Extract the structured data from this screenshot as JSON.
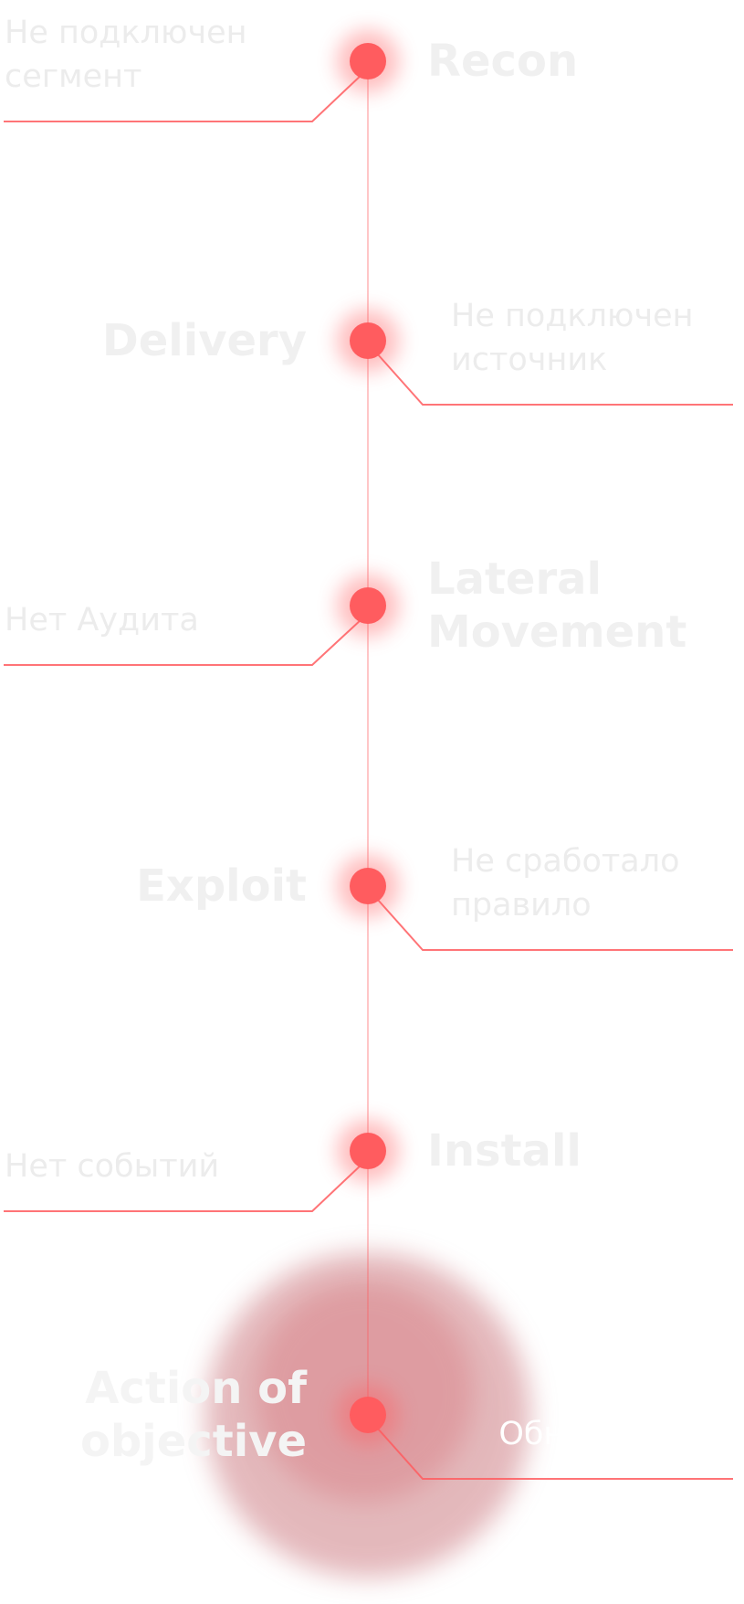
{
  "accent_color": "#ff5c5f",
  "stages": [
    {
      "title": [
        "Recon"
      ],
      "status": [
        "Не подключен",
        "сегмент"
      ]
    },
    {
      "title": [
        "Delivery"
      ],
      "status": [
        "Не подключен",
        "источник"
      ]
    },
    {
      "title": [
        "Lateral",
        "Movement"
      ],
      "status": [
        "Нет Аудита"
      ]
    },
    {
      "title": [
        "Exploit"
      ],
      "status": [
        "Не сработало",
        "правило"
      ]
    },
    {
      "title": [
        "Install"
      ],
      "status": [
        "Нет событий"
      ]
    },
    {
      "title": [
        "Action of",
        "objective"
      ],
      "status": [
        "Обнаружение"
      ],
      "highlighted": true
    }
  ]
}
